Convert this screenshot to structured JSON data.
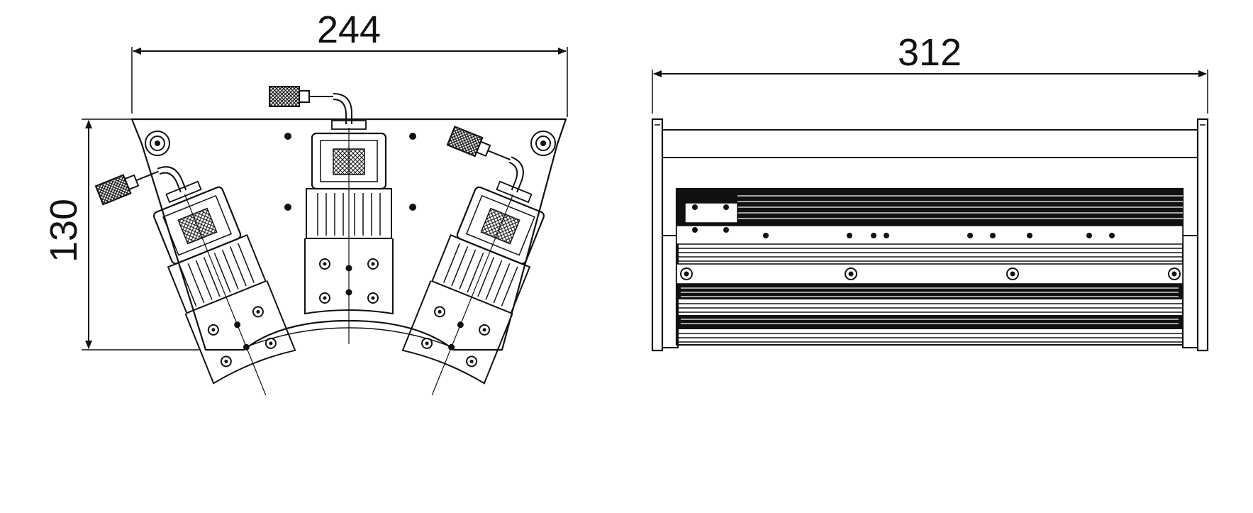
{
  "drawing": {
    "front_view": {
      "width_dimension": "244",
      "height_dimension": "130"
    },
    "side_view": {
      "length_dimension": "312"
    }
  },
  "colors": {
    "line": "#111111",
    "background": "#ffffff"
  }
}
